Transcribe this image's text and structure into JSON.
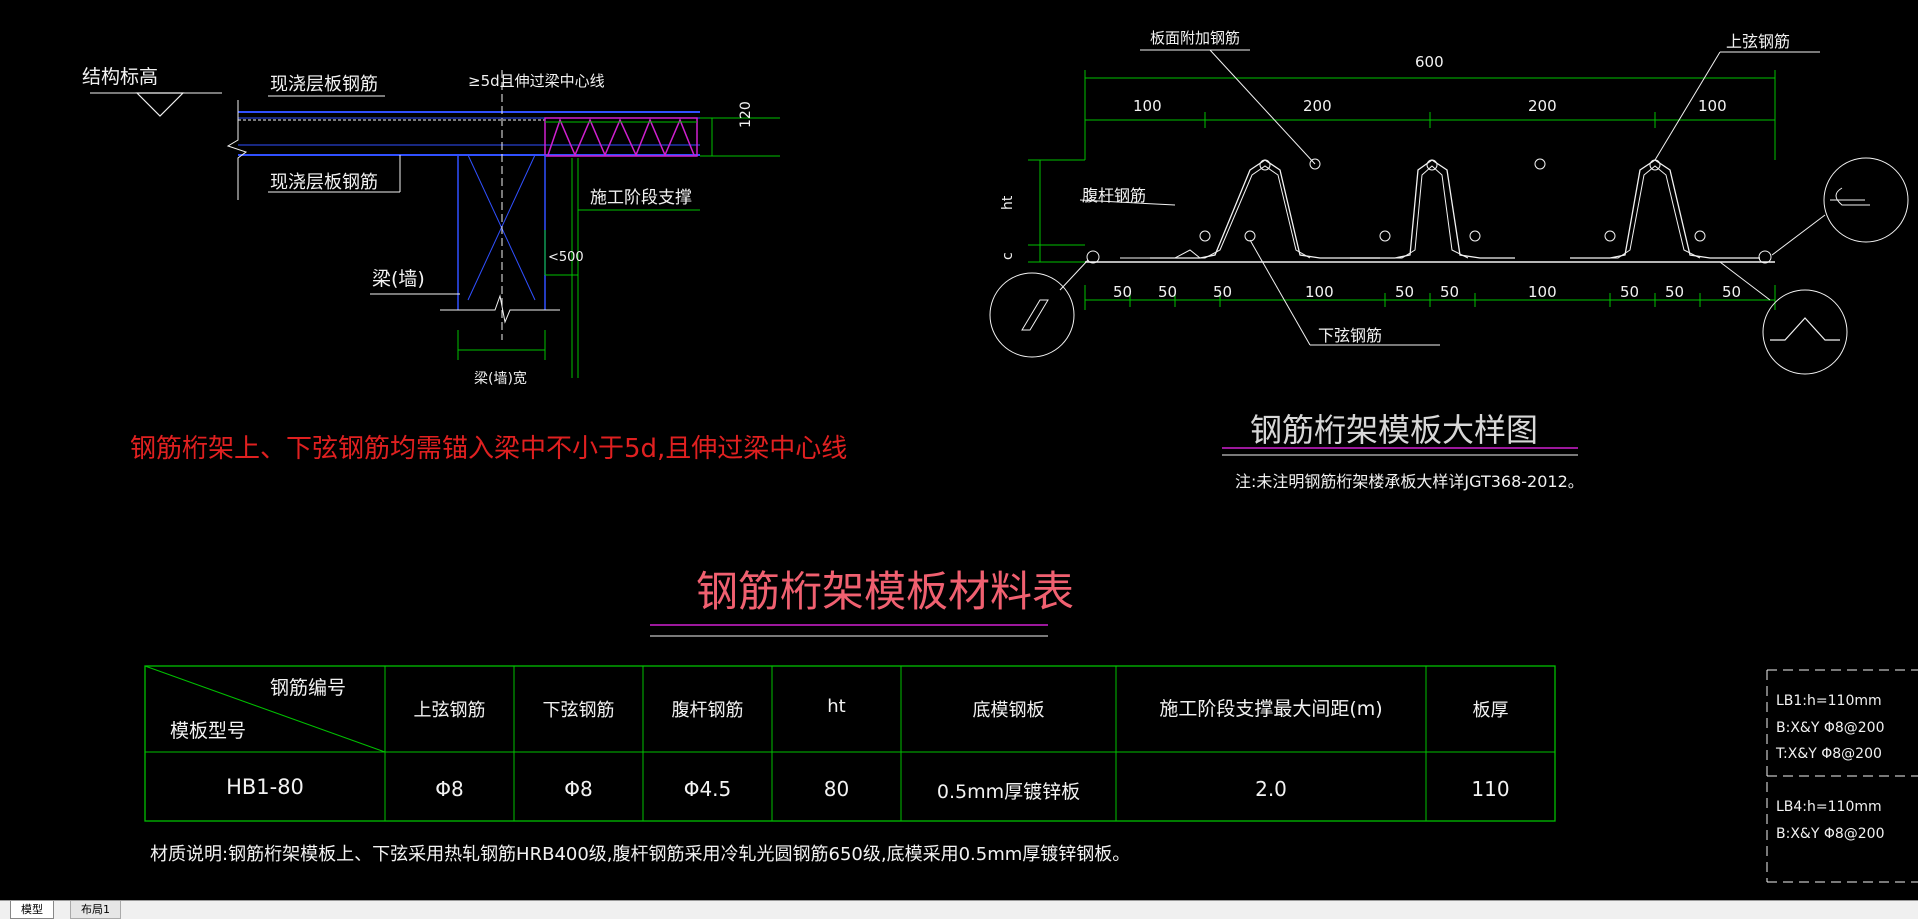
{
  "left_detail": {
    "struct_level": "结构标高",
    "slab_rebar_top": "现浇层板钢筋",
    "slab_rebar_bottom": "现浇层板钢筋",
    "anchor_note": "≥5d且伸过梁中心线",
    "dim_120": "120",
    "support": "施工阶段支撑",
    "dim_500": "<500",
    "beam": "梁(墙)",
    "beam_width": "梁(墙)宽",
    "red_note": "钢筋桁架上、下弦钢筋均需锚入梁中不小于5d,且伸过梁中心线"
  },
  "right_detail": {
    "extra_rebar": "板面附加钢筋",
    "top_chord": "上弦钢筋",
    "web_rebar": "腹杆钢筋",
    "bottom_chord": "下弦钢筋",
    "ht": "ht",
    "c": "c",
    "dim_total": "600",
    "dims_top": [
      "100",
      "200",
      "200",
      "100"
    ],
    "dims_bottom": [
      "50",
      "50",
      "50",
      "100",
      "50",
      "50",
      "100",
      "50",
      "50",
      "50"
    ],
    "title": "钢筋桁架模板大样图",
    "note": "注:未注明钢筋桁架楼承板大样详JGT368-2012。"
  },
  "material_table": {
    "title": "钢筋桁架模板材料表",
    "corner_top": "钢筋编号",
    "corner_bottom": "模板型号",
    "headers": [
      "上弦钢筋",
      "下弦钢筋",
      "腹杆钢筋",
      "ht",
      "底模钢板",
      "施工阶段支撑最大间距(m)",
      "板厚"
    ],
    "row": [
      "HB1-80",
      "Φ8",
      "Φ8",
      "Φ4.5",
      "80",
      "0.5mm厚镀锌板",
      "2.0",
      "110"
    ],
    "material_note": "材质说明:钢筋桁架模板上、下弦采用热轧钢筋HRB400级,腹杆钢筋采用冷轧光圆钢筋650级,底模采用0.5mm厚镀锌钢板。"
  },
  "legend_box": {
    "lb1_title": "LB1:h=110mm",
    "lb1_b": "B:X&Y Φ8@200",
    "lb1_t": "T:X&Y Φ8@200",
    "lb4_title": "LB4:h=110mm",
    "lb4_b": "B:X&Y Φ8@200"
  },
  "tabs": {
    "model": "模型",
    "layout1": "布局1"
  },
  "colors": {
    "background": "#000000",
    "line_green": "#00c000",
    "line_blue": "#3050ff",
    "line_magenta": "#d020d0",
    "text_red": "#e02020",
    "text_pink": "#f06070"
  }
}
